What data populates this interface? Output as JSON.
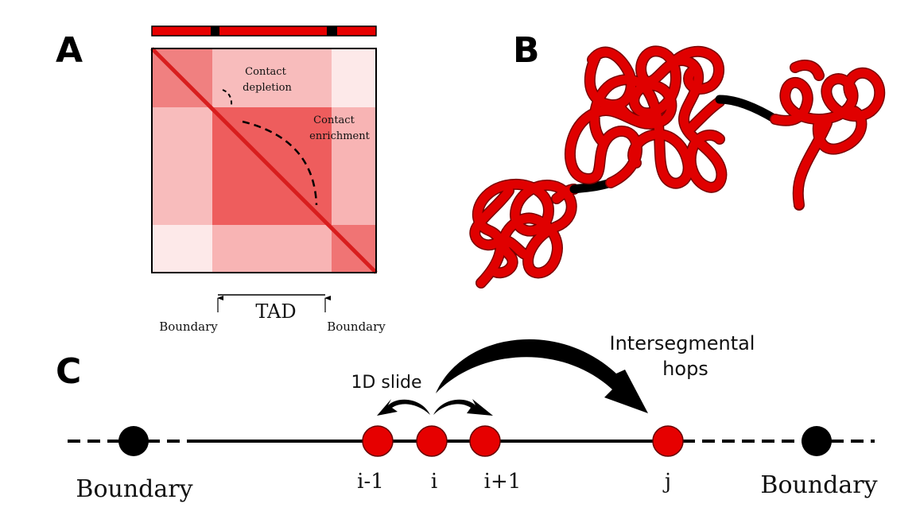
{
  "panels": {
    "a": {
      "label": "A",
      "annotation_depletion": [
        "Contact",
        "depletion"
      ],
      "annotation_enrichment": [
        "Contact",
        "enrichment"
      ],
      "tad_label": "TAD",
      "boundary_left": "Boundary",
      "boundary_right": "Boundary"
    },
    "b": {
      "label": "B"
    },
    "c": {
      "label": "C",
      "slide_label": "1D slide",
      "hops_label": [
        "Intersegmental",
        "hops"
      ],
      "nodes": [
        "i-1",
        "i",
        "i+1",
        "j"
      ],
      "boundary_left": "Boundary",
      "boundary_right": "Boundary"
    }
  },
  "colors": {
    "bead_red": "#e00000",
    "heatmap_dark": "#ee5a5a",
    "heatmap_mid": "#f6aaaa",
    "heatmap_light": "#fde6e6",
    "boundary_black": "#000000"
  }
}
